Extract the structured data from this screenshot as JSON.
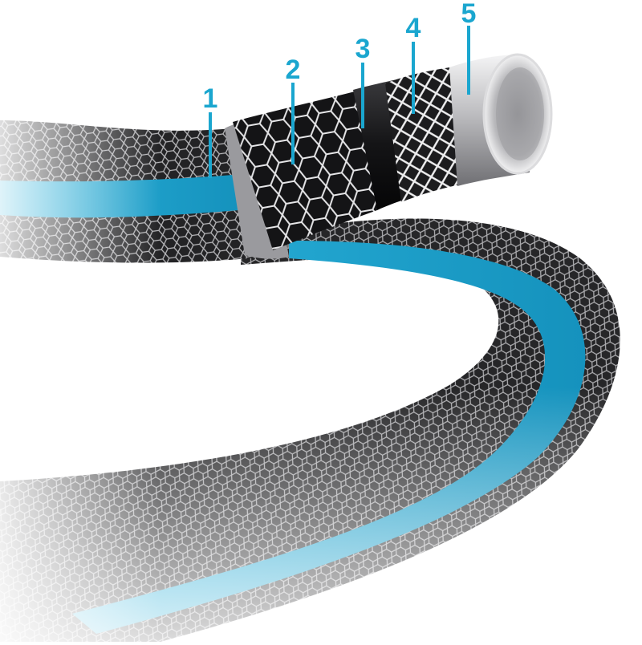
{
  "colors": {
    "background": "#ffffff",
    "hose_dark": "#1f1f21",
    "mesh_light": "#d6d6d8",
    "stripe_blue": "#1aa6cf",
    "label_blue": "#1aa6cf",
    "inner_tube": "#c9c9cc"
  },
  "layers": [
    {
      "number": "1",
      "layer": "outer-cover"
    },
    {
      "number": "2",
      "layer": "honeycomb-mesh-layer"
    },
    {
      "number": "3",
      "layer": "black-intermediate-layer"
    },
    {
      "number": "4",
      "layer": "crossed-mesh-reinforcement"
    },
    {
      "number": "5",
      "layer": "inner-tube"
    }
  ]
}
